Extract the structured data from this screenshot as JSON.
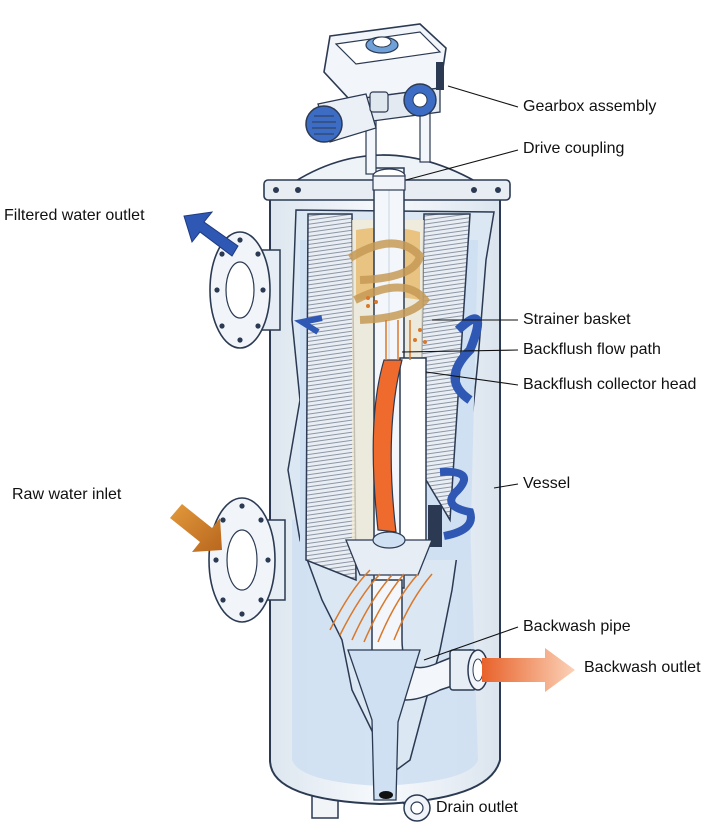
{
  "colors": {
    "water": "#cfe0f2",
    "water_deep": "#9fc3e8",
    "steel": "#f4f8fc",
    "outline": "#2b3a52",
    "flow_blue": "#2f57b4",
    "flow_orange": "#d9782a",
    "drain_orange": "#f08a4b",
    "collector_red": "#ef6a2d",
    "screen": "#9aa3b0",
    "motor": "#3d6cc4"
  },
  "labels": {
    "gearbox": "Gearbox assembly",
    "drive_coupling": "Drive coupling",
    "filtered_outlet": "Filtered water outlet",
    "strainer_basket": "Strainer basket",
    "backflush_path": "Backflush flow path",
    "collector_head": "Backflush collector head",
    "vessel": "Vessel",
    "raw_inlet": "Raw water inlet",
    "backwash_pipe": "Backwash pipe",
    "backwash_outlet": "Backwash outlet",
    "drain_outlet": "Drain outlet"
  }
}
